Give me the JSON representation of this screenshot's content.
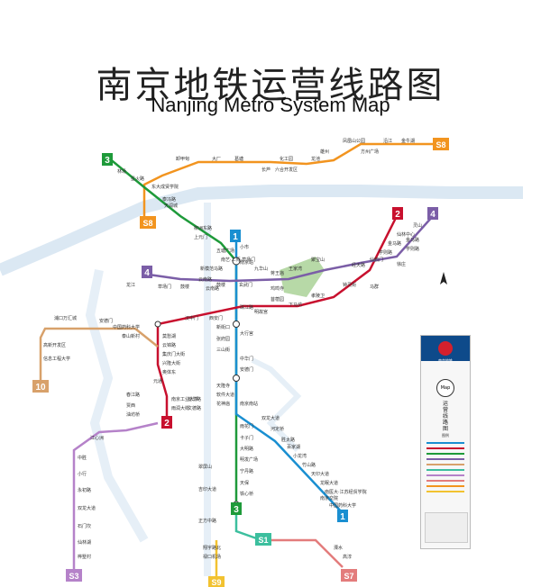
{
  "title": {
    "zh": "南京地铁运营线路图",
    "en": "Nanjing Metro System Map"
  },
  "line_badges": [
    {
      "id": "3",
      "color": "#1e9a3a"
    },
    {
      "id": "1",
      "color": "#1a8fd1"
    },
    {
      "id": "2",
      "color": "#c8102e"
    },
    {
      "id": "4",
      "color": "#7b5ea7"
    },
    {
      "id": "10",
      "color": "#d8a16b"
    },
    {
      "id": "S1",
      "color": "#3cbf9e"
    },
    {
      "id": "S3",
      "color": "#b582c9"
    },
    {
      "id": "S7",
      "color": "#e37c7c"
    },
    {
      "id": "S8",
      "color": "#f2941f"
    },
    {
      "id": "S9",
      "color": "#f2c230"
    }
  ],
  "stations": {
    "s1": "林场",
    "s2": "星火路",
    "s3": "东大成贤学院",
    "s4": "泰冯路",
    "s5": "天润城",
    "s6": "柳洲东路",
    "s7": "上元门",
    "s8": "五塘广场",
    "s9": "小市",
    "s10": "南京站",
    "s11": "新模范马路",
    "s12": "玄武门",
    "s13": "鼓楼",
    "s14": "珠江路",
    "s15": "新街口",
    "s16": "大行宫",
    "s17": "张府园",
    "s18": "三山街",
    "s19": "中华门",
    "s20": "安德门",
    "s21": "天隆寺",
    "s22": "软件大道",
    "s23": "花神庙",
    "s24": "南京南站",
    "s25": "双龙大道",
    "s26": "河定桥",
    "s27": "胜太路",
    "s28": "百家湖",
    "s29": "小龙湾",
    "s30": "竹山路",
    "s31": "天印大道",
    "s32": "龙眠大道",
    "s33": "南医大·江苏经贸学院",
    "s34": "南京交院",
    "s35": "中国药科大学",
    "s36": "马群",
    "s37": "钟灵街",
    "s38": "孝陵卫",
    "s39": "下马坊",
    "s40": "苜蓿园",
    "s41": "明故宫",
    "s42": "西安门",
    "s43": "汉中门",
    "s44": "莫愁湖",
    "s45": "云锦路",
    "s46": "集庆门大街",
    "s47": "兴隆大街",
    "s48": "奥体东",
    "s49": "元通",
    "s50": "仙林中心",
    "s51": "金马路",
    "s52": "学则路",
    "s53": "仙鹤门",
    "s54": "经天路",
    "s55": "鸡鸣寺",
    "s56": "云南路",
    "s57": "浦口万汇城",
    "s58": "安德门",
    "s59": "中国药科大学",
    "s60": "泰山新村",
    "s61": "高新开发区",
    "s62": "信息工程大学",
    "s63": "卸甲甸",
    "s64": "大厂",
    "s65": "葛塘",
    "s66": "长芦",
    "s67": "化工园",
    "s68": "六合开发区",
    "s69": "龙池",
    "s70": "雄州",
    "s71": "凤凰山公园",
    "s72": "方州广场",
    "s73": "沿江",
    "s74": "金牛湖",
    "s75": "翠屏山",
    "s76": "吉印大道",
    "s77": "正方中路",
    "s78": "翔宇路北",
    "s79": "禄口机场",
    "s80": "溧水",
    "s81": "高淳",
    "s82": "雨花门",
    "s83": "卡子门",
    "s84": "大明路",
    "s85": "明发广场",
    "s86": "宁丹路",
    "s87": "天保",
    "s88": "铁心桥",
    "s89": "春江路",
    "s90": "贾西",
    "s91": "油坊桥",
    "s92": "雨润大街",
    "s93": "南京工业大学",
    "s94": "龙华路",
    "s95": "文德路",
    "s96": "江心洲",
    "s97": "中胜",
    "s98": "小行",
    "s99": "永初路",
    "s100": "双龙大道",
    "s101": "石门坎",
    "s102": "仙林湖",
    "s103": "桦墅村",
    "s104": "灵山",
    "s105": "金马路",
    "s106": "学则路",
    "s107": "徐庄",
    "s108": "聚宝山",
    "s109": "王家湾",
    "s110": "蒋王庙",
    "s111": "九华山",
    "s112": "鼓楼",
    "s113": "草场门",
    "s114": "龙江",
    "s115": "南艺·二师·草场门",
    "s116": "云南路"
  },
  "legend": {
    "brand": "南京地铁",
    "map_word": "Map",
    "vertical_text": "运营线路图",
    "bottom_title": "图例"
  }
}
